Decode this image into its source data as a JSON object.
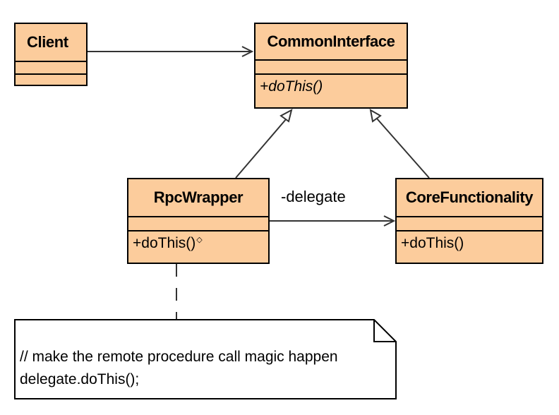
{
  "classes": {
    "client": {
      "name": "Client",
      "operations": []
    },
    "common_interface": {
      "name": "CommonInterface",
      "operations": [
        "+doThis()"
      ]
    },
    "rpc_wrapper": {
      "name": "RpcWrapper",
      "operations": [
        "+doThis()"
      ]
    },
    "core_functionality": {
      "name": "CoreFunctionality",
      "operations": [
        "+doThis()"
      ]
    }
  },
  "associations": {
    "rpc_to_core_label": "-delegate"
  },
  "note": {
    "line1": "// make the remote procedure call magic happen",
    "line2": "delegate.doThis();"
  },
  "colors": {
    "class_fill": "#fccc9c",
    "line_color": "#000000",
    "connector_color": "#333333"
  },
  "icons": {
    "rpc_operation_marker": "diamond-marker-icon"
  }
}
